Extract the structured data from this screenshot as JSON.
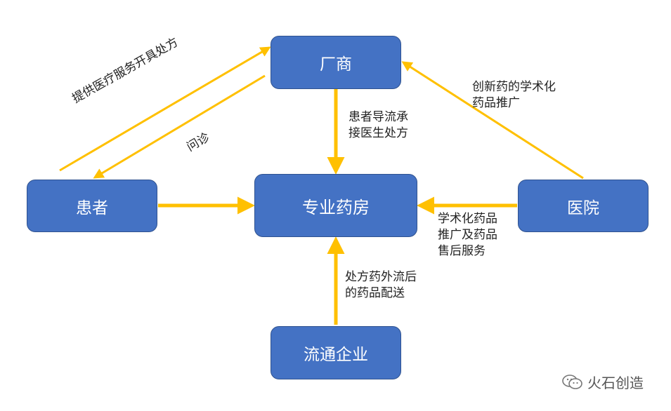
{
  "nodes": {
    "manufacturer": "厂商",
    "pharmacy": "专业药房",
    "patient": "患者",
    "hospital": "医院",
    "distributor": "流通企业"
  },
  "edge_labels": {
    "patient_to_manufacturer": "提供医疗服务开具处方",
    "manufacturer_to_patient": "问诊",
    "manufacturer_to_pharmacy": [
      "患者导流承",
      "接医生处方"
    ],
    "hospital_to_manufacturer": [
      "创新药的学术化",
      "药品推广"
    ],
    "hospital_to_pharmacy": [
      "学术化药品",
      "推广及药品",
      "售后服务"
    ],
    "distributor_to_pharmacy": [
      "处方药外流后",
      "的药品配送"
    ]
  },
  "watermark": "火石创造",
  "colors": {
    "node_fill": "#4472C4",
    "node_border": "#2F528F",
    "arrow": "#FFC000"
  }
}
